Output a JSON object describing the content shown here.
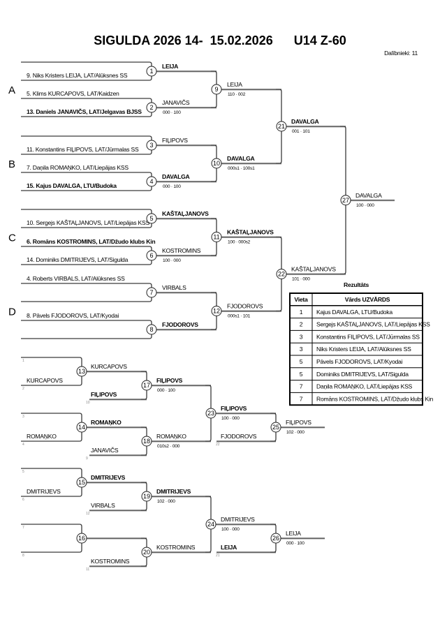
{
  "header": {
    "title": "SIGULDA 2026 14-  15.02.2026      U14 Z-60",
    "participants": "Dalībnieki: 11"
  },
  "colors": {
    "score_blue": "#2a6fb5",
    "score_brown": "#8a3b12"
  },
  "pools": [
    "A",
    "B",
    "C",
    "D"
  ],
  "main": {
    "round1": [
      {
        "num": "1",
        "top": "",
        "bottom": "9. Niks Kristers LEIJA, LAT/Alūksnes SS",
        "top_bold": false,
        "bottom_bold": false,
        "winner": "LEIJA",
        "winner_bold": true,
        "score": "",
        "score_color": ""
      },
      {
        "num": "2",
        "top": "5. Klims KURCAPOVS, LAT/Kaidzen",
        "bottom": "13. Daniels JANAVIČS, LAT/Jelgavas BJSS",
        "top_bold": false,
        "bottom_bold": true,
        "winner": "JANAVIČS",
        "winner_bold": false,
        "score": "000 · 100",
        "score_color": "blue"
      },
      {
        "num": "3",
        "top": "",
        "bottom": "11. Konstantins FIĻIPOVS, LAT/Jūrmalas SS",
        "top_bold": false,
        "bottom_bold": false,
        "winner": "FIĻIPOVS",
        "winner_bold": false,
        "score": "",
        "score_color": ""
      },
      {
        "num": "4",
        "top": "7. Daņila ROMAŅKO, LAT/Liepājas KSS",
        "bottom": "15. Kajus DAVALGA, LTU/Budoka",
        "top_bold": false,
        "bottom_bold": true,
        "winner": "DAVALGA",
        "winner_bold": true,
        "score": "000 · 100",
        "score_color": "blue"
      },
      {
        "num": "5",
        "top": "",
        "bottom": "10. Sergejs KAŠTAĻJANOVS, LAT/Liepājas KSS",
        "top_bold": false,
        "bottom_bold": false,
        "winner": "KAŠTAĻJANOVS",
        "winner_bold": true,
        "score": "",
        "score_color": ""
      },
      {
        "num": "6",
        "top": "6. Romāns KOSTROMINS, LAT/Džudo klubs Kin",
        "bottom": "14. Dominiks DMITRIJEVS, LAT/Sigulda",
        "top_bold": true,
        "bottom_bold": false,
        "winner": "KOSTROMINS",
        "winner_bold": false,
        "score": "100 · 000",
        "score_color": "blue"
      },
      {
        "num": "7",
        "top": "4. Roberts VIRBALS, LAT/Alūksnes SS",
        "bottom": "",
        "top_bold": false,
        "bottom_bold": false,
        "winner": "VIRBALS",
        "winner_bold": false,
        "score": "",
        "score_color": ""
      },
      {
        "num": "8",
        "top": "8. Pāvels FJODOROVS, LAT/Kyodai",
        "bottom": "",
        "top_bold": false,
        "bottom_bold": false,
        "winner": "FJODOROVS",
        "winner_bold": true,
        "score": "",
        "score_color": ""
      }
    ],
    "round2": [
      {
        "num": "9",
        "winner": "LEIJA",
        "winner_bold": false,
        "score": "110 · 002",
        "score_color": "brown"
      },
      {
        "num": "10",
        "winner": "DAVALGA",
        "winner_bold": true,
        "score": "000s1 · 100s1",
        "score_color": "brown"
      },
      {
        "num": "11",
        "winner": "KAŠTAĻJANOVS",
        "winner_bold": true,
        "score": "100 · 000s2",
        "score_color": "brown"
      },
      {
        "num": "12",
        "winner": "FJODOROVS",
        "winner_bold": false,
        "score": "000s1 · 101",
        "score_color": "brown"
      }
    ],
    "round3": [
      {
        "num": "21",
        "winner": "DAVALGA",
        "winner_bold": true,
        "score": "001 · 101",
        "score_color": "brown"
      },
      {
        "num": "22",
        "winner": "KAŠTAĻJANOVS",
        "winner_bold": false,
        "score": "101 · 000",
        "score_color": "brown"
      }
    ],
    "final": {
      "num": "27",
      "winner": "DAVALGA",
      "winner_bold": false,
      "score": "100 · 000",
      "score_color": "blue"
    }
  },
  "repechage": [
    {
      "m1": {
        "num": "13",
        "slot_top": "1",
        "slot_bottom": "2",
        "bottom": "KURCAPOVS",
        "winner": "KURCAPOVS",
        "winner_bold": false
      },
      "m2": {
        "num": "17",
        "slot": "10",
        "bottom": "FIĻIPOVS",
        "bottom_bold": true,
        "winner": "FIĻIPOVS",
        "winner_bold": true,
        "score": "000 · 100",
        "score_color": "blue"
      },
      "m3": {
        "num": "14",
        "slot_top": "3",
        "slot_bottom": "4",
        "bottom": "ROMAŅKO",
        "winner": "ROMAŅKO",
        "winner_bold": true
      },
      "m4": {
        "num": "18",
        "slot": "9",
        "bottom": "JANAVIČS",
        "bottom_bold": false,
        "winner": "ROMAŅKO",
        "winner_bold": false,
        "score": "010s2 · 000",
        "score_color": "brown"
      },
      "m5": {
        "num": "23",
        "slot": "22",
        "bottom": "FJODOROVS",
        "bottom_bold": false,
        "winner": "FIĻIPOVS",
        "winner_bold": true,
        "score": "100 · 000",
        "score_color": "blue"
      },
      "m6": {
        "num": "25",
        "winner": "FIĻIPOVS",
        "winner_bold": false,
        "score": "102 · 000",
        "score_color": "brown"
      }
    },
    {
      "m1": {
        "num": "15",
        "slot_top": "5",
        "slot_bottom": "6",
        "bottom": "DMITRIJEVS",
        "winner": "DMITRIJEVS",
        "winner_bold": true
      },
      "m2": {
        "num": "19",
        "slot": "12",
        "bottom": "VIRBALS",
        "bottom_bold": false,
        "winner": "DMITRIJEVS",
        "winner_bold": true,
        "score": "102 · 000",
        "score_color": "blue"
      },
      "m3": {
        "num": "16",
        "slot_top": "7",
        "slot_bottom": "8",
        "bottom": "",
        "winner": "",
        "winner_bold": false
      },
      "m4": {
        "num": "20",
        "slot": "11",
        "bottom": "KOSTROMINS",
        "bottom_bold": false,
        "winner": "KOSTROMINS",
        "winner_bold": false,
        "score": "",
        "score_color": ""
      },
      "m5": {
        "num": "24",
        "slot": "21",
        "bottom": "LEIJA",
        "bottom_bold": true,
        "winner": "DMITRIJEVS",
        "winner_bold": false,
        "score": "100 · 000",
        "score_color": "blue"
      },
      "m6": {
        "num": "26",
        "winner": "LEIJA",
        "winner_bold": false,
        "score": "000 · 100",
        "score_color": "brown"
      }
    }
  ],
  "results": {
    "title": "Rezultāts",
    "headers": [
      "Vieta",
      "Vārds UZVĀRDS"
    ],
    "rows": [
      {
        "place": "1",
        "name": "Kajus DAVALGA, LTU/Budoka"
      },
      {
        "place": "2",
        "name": "Sergejs KAŠTAĻJANOVS, LAT/Liepājas KSS"
      },
      {
        "place": "3",
        "name": "Konstantins FIĻIPOVS, LAT/Jūrmalas SS"
      },
      {
        "place": "3",
        "name": "Niks Kristers LEIJA, LAT/Alūksnes SS"
      },
      {
        "place": "5",
        "name": "Pāvels FJODOROVS, LAT/Kyodai"
      },
      {
        "place": "5",
        "name": "Dominiks DMITRIJEVS, LAT/Sigulda"
      },
      {
        "place": "7",
        "name": "Daņila ROMAŅKO, LAT/Liepājas KSS"
      },
      {
        "place": "7",
        "name": "Romāns KOSTROMINS, LAT/Džudo klubs Kin"
      }
    ]
  }
}
